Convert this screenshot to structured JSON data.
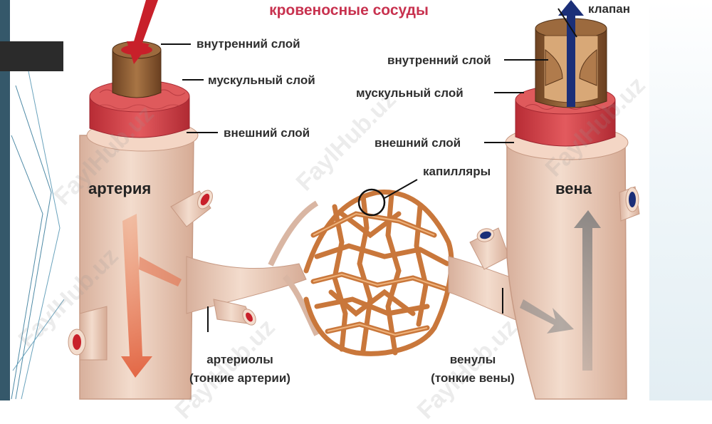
{
  "diagram": {
    "title": "кровеносные сосуды",
    "labels": {
      "artery_inner_layer": "внутренний слой",
      "artery_muscle_layer": "мускульный слой",
      "artery_outer_layer": "внешний слой",
      "vein_valve": "клапан",
      "vein_inner_layer": "внутренний слой",
      "vein_muscle_layer": "мускульный слой",
      "vein_outer_layer": "внешний слой",
      "capillaries": "капилляры",
      "artery": "артерия",
      "vein": "вена",
      "arterioles": "артериолы",
      "arterioles_note": "(тонкие артерии)",
      "venules": "венулы",
      "venules_note": "(тонкие вены)"
    },
    "watermark": "FaylHub.uz"
  },
  "colors": {
    "vessel_skin": "#ecd0bf",
    "muscle_red": "#d7434c",
    "inner_brown": "#8b5a33",
    "arterial_blood": "#c8202a",
    "venous_blood": "#1b2f78",
    "capillary_orange": "#c9773b",
    "title_color": "#c8324f"
  }
}
